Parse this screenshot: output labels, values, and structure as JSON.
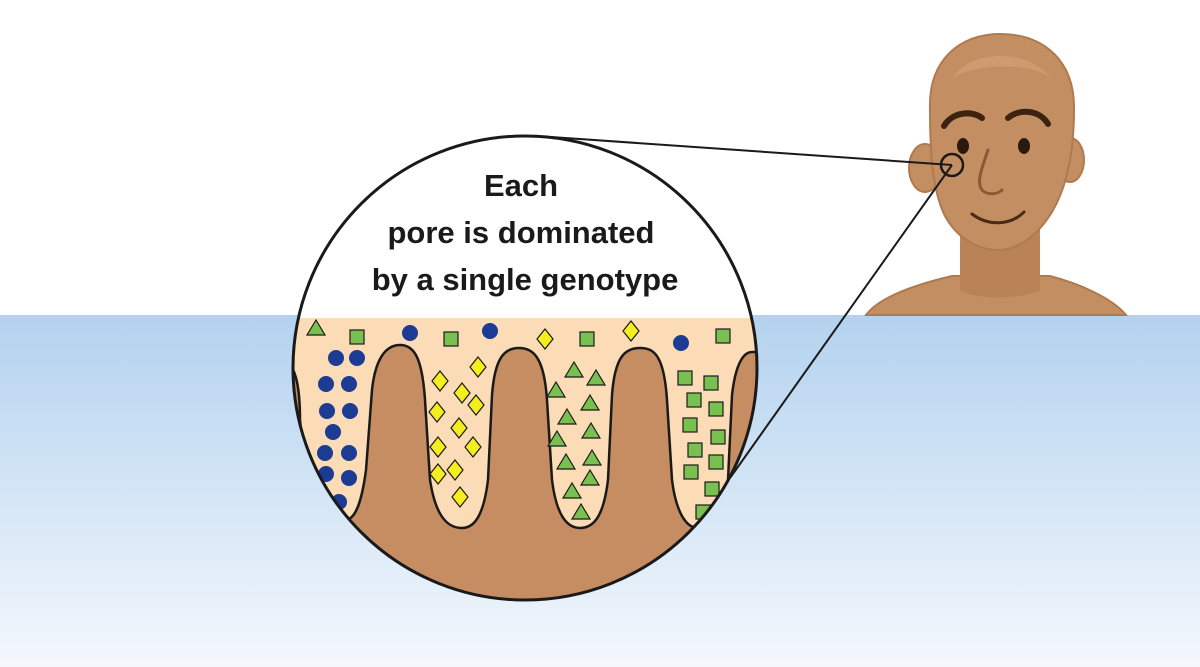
{
  "caption": {
    "line1": "Each",
    "line2": "pore is dominated",
    "line3": "by a single genotype"
  },
  "colors": {
    "background_top": "#ffffff",
    "water_top": "#b3d2ef",
    "water_bottom": "#f4f8fd",
    "skin": "#c48e63",
    "skin_light": "#cf9a70",
    "skin_outline": "#b07a4f",
    "pore_fill": "#fbdcb6",
    "tissue": "#c68d62",
    "outline": "#1a1a1a",
    "blue_genotype": "#1c3b93",
    "yellow_genotype": "#f5ee1f",
    "green_genotype": "#78c150"
  },
  "icons": {
    "person": "person-head-icon",
    "magnifier": "magnifier-circle-icon",
    "genotype_a": "circle-marker-icon",
    "genotype_b": "diamond-marker-icon",
    "genotype_c": "triangle-marker-icon",
    "genotype_d": "square-marker-icon"
  }
}
